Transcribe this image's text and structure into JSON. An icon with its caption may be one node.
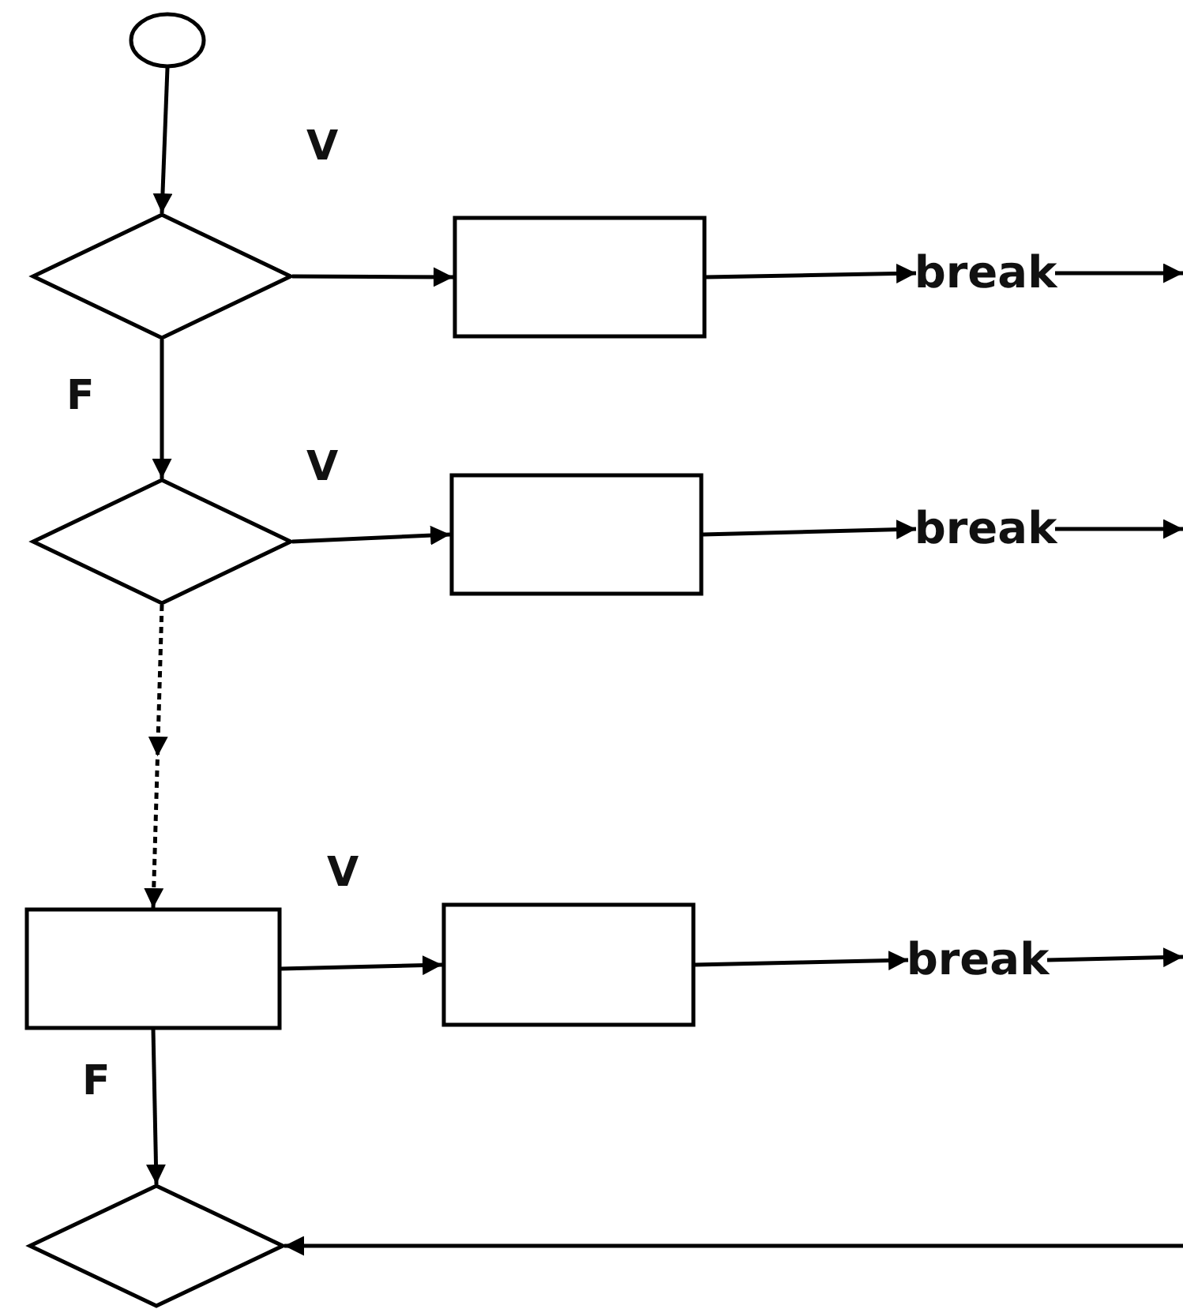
{
  "diagram": {
    "nodes": [
      {
        "text": [],
        "shape": "circle"
      },
      {
        "text": [],
        "shape": "diamond"
      },
      {
        "text": [],
        "shape": "box"
      },
      {
        "text": [
          "break"
        ]
      },
      {
        "text": [],
        "shape": "diamond"
      },
      {
        "text": [],
        "shape": "box"
      },
      {
        "text": [
          "break"
        ]
      },
      {
        "text": [],
        "shape": "box"
      },
      {
        "text": [],
        "shape": "box"
      },
      {
        "text": [
          "break"
        ]
      },
      {
        "text": [],
        "shape": "diamond"
      }
    ],
    "edges": [
      {
        "from": 0,
        "to": 1,
        "arrow": "to"
      },
      {
        "from": 1,
        "to": 2,
        "arrow": "to",
        "label": "V"
      },
      {
        "from": 2,
        "to": 3,
        "arrow": "to"
      },
      {
        "from": 3,
        "to": null,
        "arrow": "to"
      },
      {
        "from": 1,
        "to": 4,
        "arrow": "to",
        "label": "F"
      },
      {
        "from": 4,
        "to": 5,
        "arrow": "to",
        "label": "V"
      },
      {
        "from": 5,
        "to": 6,
        "arrow": "to"
      },
      {
        "from": 6,
        "to": null,
        "arrow": "to"
      },
      {
        "from": 4,
        "to": 7,
        "arrow": "to",
        "style": "dashed"
      },
      {
        "from": 7,
        "to": 8,
        "arrow": "to",
        "label": "V"
      },
      {
        "from": 8,
        "to": 9,
        "arrow": "to"
      },
      {
        "from": 9,
        "to": null,
        "arrow": "to"
      },
      {
        "from": 7,
        "to": 10,
        "arrow": "to",
        "label": "F"
      },
      {
        "from": null,
        "to": 10,
        "arrow": "to"
      }
    ]
  }
}
